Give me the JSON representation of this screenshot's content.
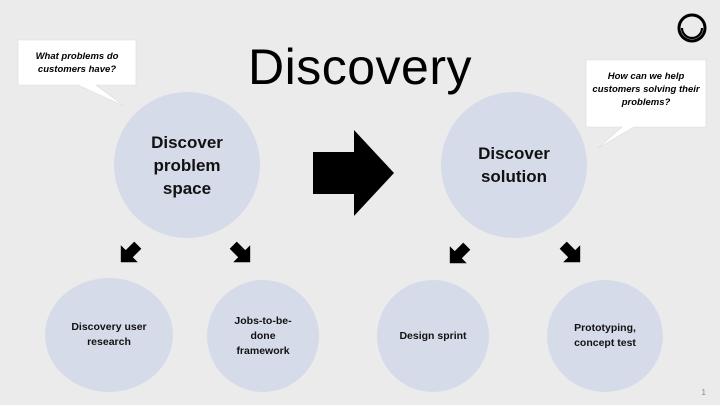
{
  "title": "Discovery",
  "callouts": {
    "left": "What problems do customers have?",
    "right": "How can we help customers solving their problems?"
  },
  "main_nodes": {
    "problem_space": "Discover problem space",
    "solution": "Discover solution"
  },
  "sub_nodes": {
    "user_research": "Discovery user research",
    "jobs_to_be_done": "Jobs-to-be-done framework",
    "design_sprint": "Design sprint",
    "prototyping": "Prototyping, concept test"
  },
  "page_number": "1",
  "colors": {
    "background": "#ebebeb",
    "circle_fill": "#d5dbe8",
    "arrow": "#000000",
    "callout_fill": "#ffffff"
  }
}
